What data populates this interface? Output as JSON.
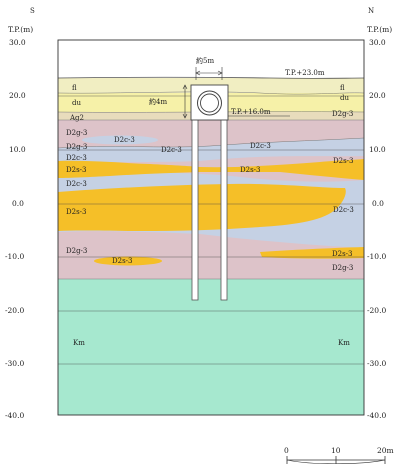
{
  "directions": {
    "left": "S",
    "right": "N"
  },
  "axis": {
    "title_left": "T.P.(m)",
    "title_right": "T.P.(m)",
    "ticks": [
      "30.0",
      "20.0",
      "10.0",
      "0.0",
      "-10.0",
      "-20.0",
      "-30.0",
      "-40.0"
    ]
  },
  "annotations": {
    "width": "約5m",
    "depth": "約4m",
    "ground_level": "T.P.+23.0m",
    "tunnel_level": "T.P.+16.0m"
  },
  "layer_labels": {
    "fl_left": "fl",
    "fl_right": "fl",
    "du_left": "du",
    "du_right": "du",
    "ag2": "Ag2",
    "d2g3_a_left": "D2g-3",
    "d2g3_a_right": "D2g-3",
    "d2c3_lens_left": "D2c-3",
    "d2c3_lens_mid": "D2c-3",
    "d2c3_lens_right": "D2c-3",
    "d2g3_b_left": "D2g-3",
    "d2c3_b_left": "D2c-3",
    "d2s3_a_left": "D2s-3",
    "d2s3_a_mid": "D2s-3",
    "d2s3_a_right": "D2s-3",
    "d2c3_c_left": "D2c-3",
    "d2s3_big": "D2s-3",
    "d2c3_d_right": "D2c-3",
    "d2g3_c_left": "D2g-3",
    "d2s3_lens": "D2s-3",
    "d2s3_b_right": "D2s-3",
    "d2g3_d_right": "D2g-3",
    "km_left": "Km",
    "km_right": "Km"
  },
  "scale_bar": {
    "ticks": [
      "0",
      "10",
      "20m"
    ]
  },
  "colors": {
    "fill_layer": "#f1eec2",
    "du_layer": "#f6f1a8",
    "gravel_pink": "#ddc3c9",
    "clay_blue": "#c5d1e4",
    "sand_yellow": "#f5bf28",
    "km_green": "#a6e8cf",
    "structure": "#666666"
  }
}
